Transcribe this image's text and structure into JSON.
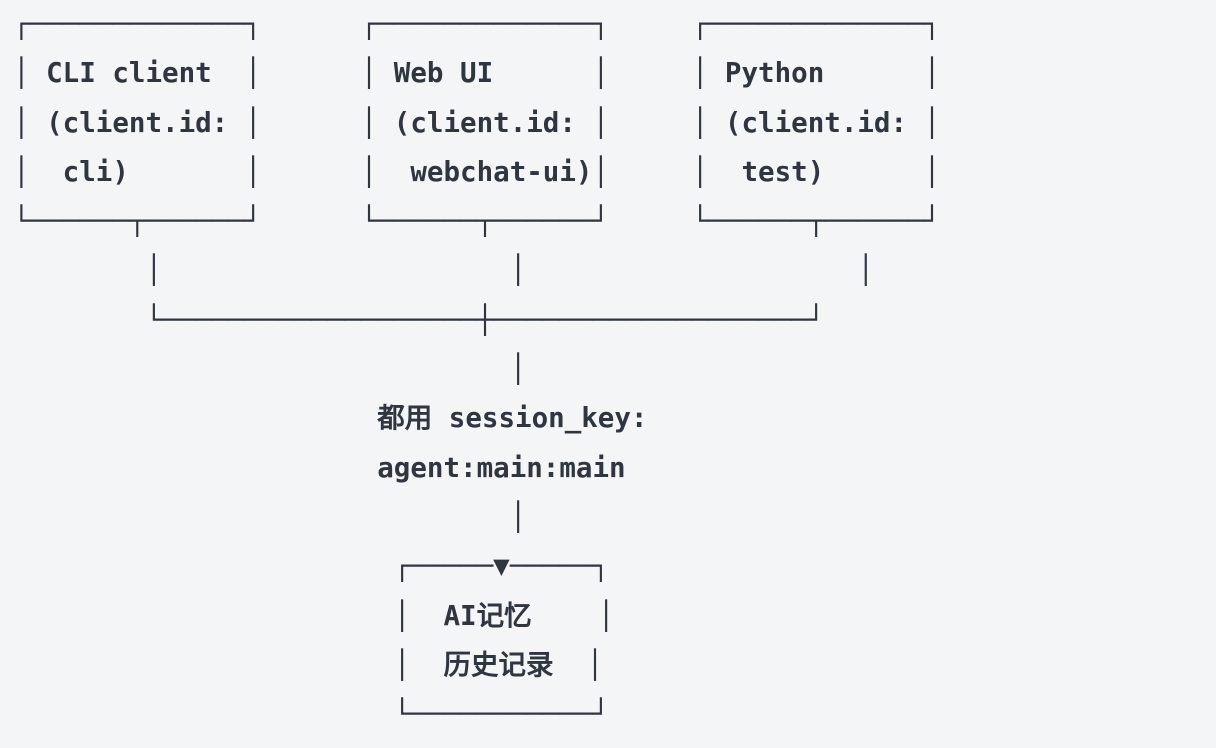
{
  "page": {
    "background_color": "#f4f5f7",
    "ink_color": "#2f3640"
  },
  "diagram": {
    "kind": "ascii-architecture-diagram",
    "clients": [
      {
        "name": "CLI client",
        "client_id": "cli"
      },
      {
        "name": "Web UI",
        "client_id": "webchat-ui"
      },
      {
        "name": "Python",
        "client_id": "test"
      }
    ],
    "shared_session_label": "都用 session_key:",
    "session_key": "agent:main:main",
    "memory_box_lines": [
      "AI记忆",
      "历史记录"
    ],
    "arrow_glyph": "▼",
    "lines": [
      "┌─────────────┐      ┌─────────────┐     ┌─────────────┐",
      "│ CLI client  │      │ Web UI      │     │ Python      │",
      "│ (client.id: │      │ (client.id: │     │ (client.id: │",
      "│  cli)       │      │  webchat-ui)│     │  test)      │",
      "└──────┬──────┘      └──────┬──────┘     └──────┬──────┘",
      "        │                     │                    │",
      "        └───────────────────┼───────────────────┘",
      "                              │",
      "                      都用 session_key:",
      "                      agent:main:main",
      "                              │",
      "                       ┌─────▼─────┐",
      "                       │  AI记忆    │",
      "                       │  历史记录  │",
      "                       └───────────┘"
    ]
  }
}
